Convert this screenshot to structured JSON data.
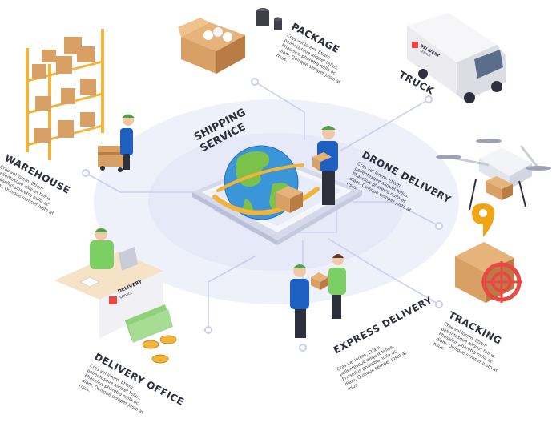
{
  "center": {
    "line1": "SHIPPING",
    "line2": "SERVICE"
  },
  "placeholder_text": "Cras vel lorem. Etiam pellentesque aliquet tellus. Phasellus pharetra nulla ac diam. Quisque semper justo at risus.",
  "nodes": {
    "package": {
      "title": "PACKAGE"
    },
    "truck": {
      "title": "TRUCK"
    },
    "warehouse": {
      "title": "WAREHOUSE"
    },
    "drone": {
      "title": "DRONE DELIVERY"
    },
    "express": {
      "title": "EXPRESS DELIVERY"
    },
    "tracking": {
      "title": "TRACKING"
    },
    "office": {
      "title": "DELIVERY OFFICE"
    }
  },
  "signs": {
    "delivery": "DELIVERY",
    "service": "SERVICE"
  },
  "colors": {
    "orbit": "#eef0fa",
    "connector": "#c9cfee",
    "node_dot": "#c9cfee",
    "box": "#d9a066",
    "box_dark": "#b97c45",
    "shirt_blue": "#1f5fc2",
    "shirt_green": "#7ccf62",
    "pin": "#f2a413",
    "target": "#e94844",
    "globe_sea": "#3b95d9",
    "globe_land": "#7bc24a"
  }
}
